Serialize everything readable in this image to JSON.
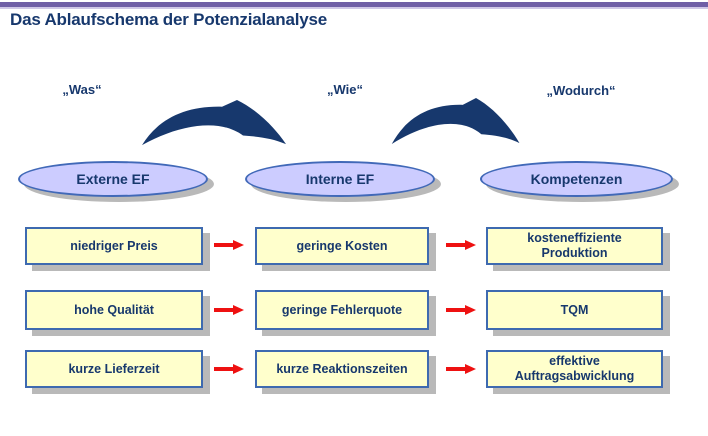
{
  "title": "Das Ablaufschema der Potenzialanalyse",
  "stages": [
    {
      "label": "„Was“",
      "ellipse": "Externe EF"
    },
    {
      "label": "„Wie“",
      "ellipse": "Interne EF"
    },
    {
      "label": "„Wodurch“",
      "ellipse": "Kompetenzen"
    }
  ],
  "rows": [
    {
      "cells": [
        "niedriger Preis",
        "geringe Kosten",
        "kosteneffiziente\nProduktion"
      ]
    },
    {
      "cells": [
        "hohe Qualität",
        "geringe Fehlerquote",
        "TQM"
      ]
    },
    {
      "cells": [
        "kurze Lieferzeit",
        "kurze Reaktionszeiten",
        "effektive\nAuftragsabwicklung"
      ]
    }
  ],
  "colors": {
    "navy": "#17386d",
    "purple-bar": "#6f5fa6",
    "purple-bar-light": "#cfc8e6",
    "ellipse-fill": "#ccccff",
    "ellipse-border": "#4169b8",
    "box-fill": "#ffffcc",
    "box-border": "#3e6ab0",
    "arrow-red": "#ee1111",
    "shadow": "#b9b9b9"
  }
}
